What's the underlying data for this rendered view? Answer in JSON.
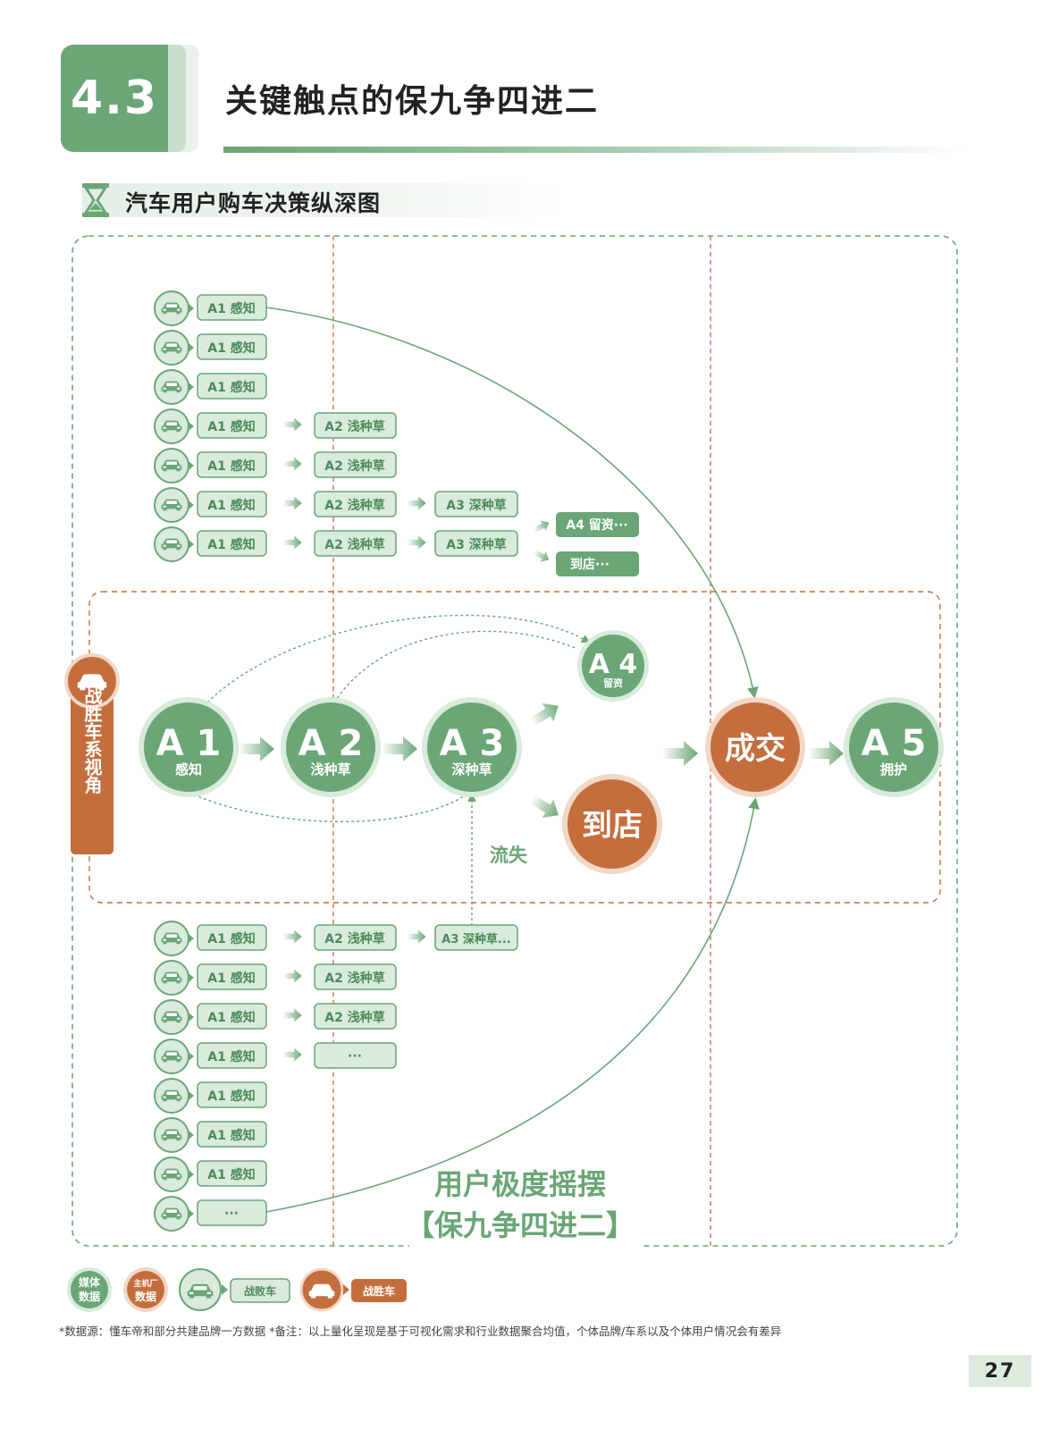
{
  "header": {
    "section_number": "4.3",
    "section_title": "关键触点的保九争四进二",
    "subtitle": "汽车用户购车决策纵深图"
  },
  "labels": {
    "a1": "A1 感知",
    "a2": "A2 浅种草",
    "a3": "A3 深种草",
    "a3_trunc": "A3 深种草...",
    "a4_tag": "A4 留资···",
    "store_tag": "到店···",
    "ellipsis": "···"
  },
  "center": {
    "side_label": "战胜车系视角",
    "a1_code": "A 1",
    "a1_text": "感知",
    "a2_code": "A 2",
    "a2_text": "浅种草",
    "a3_code": "A 3",
    "a3_text": "深种草",
    "a4_code": "A 4",
    "a4_text": "留资",
    "store": "到店",
    "deal": "成交",
    "a5_code": "A 5",
    "a5_text": "拥护",
    "churn": "流失"
  },
  "swing": {
    "line1": "用户极度摇摆",
    "line2": "【保九争四进二】"
  },
  "legend": {
    "media_data": "媒体 数据",
    "media_l1": "媒体",
    "media_l2": "数据",
    "oem_l1": "主机厂",
    "oem_l2": "数据",
    "defeated": "战败车",
    "winning": "战胜车"
  },
  "footnote": "*数据源：懂车帝和部分共建品牌一方数据   *备注：以上量化呈现是基于可视化需求和行业数据聚合均值，个体品牌/车系以及个体用户情况会有差异",
  "page_number": "27",
  "colors": {
    "green": "#6aa676",
    "green_light": "#d9ebdc",
    "orange": "#c46e3e",
    "orange_light": "#f2d8c7"
  }
}
